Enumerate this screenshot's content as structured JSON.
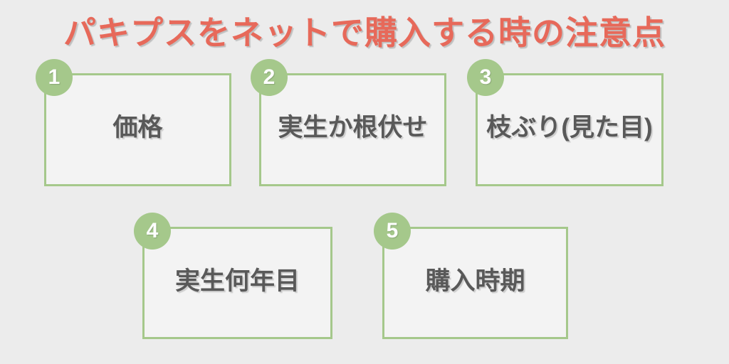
{
  "page": {
    "title": "パキプスをネットで購入する時の注意点",
    "background_color": "#ececec",
    "title_color": "#e7695a",
    "accent_green": "#a5c88b",
    "box_fill": "#f3f3f3",
    "label_color": "#595959"
  },
  "items": [
    {
      "number": "1",
      "label": "価格"
    },
    {
      "number": "2",
      "label": "実生か根伏せ"
    },
    {
      "number": "3",
      "label": "枝ぶり(見た目)"
    },
    {
      "number": "4",
      "label": "実生何年目"
    },
    {
      "number": "5",
      "label": "購入時期"
    }
  ]
}
